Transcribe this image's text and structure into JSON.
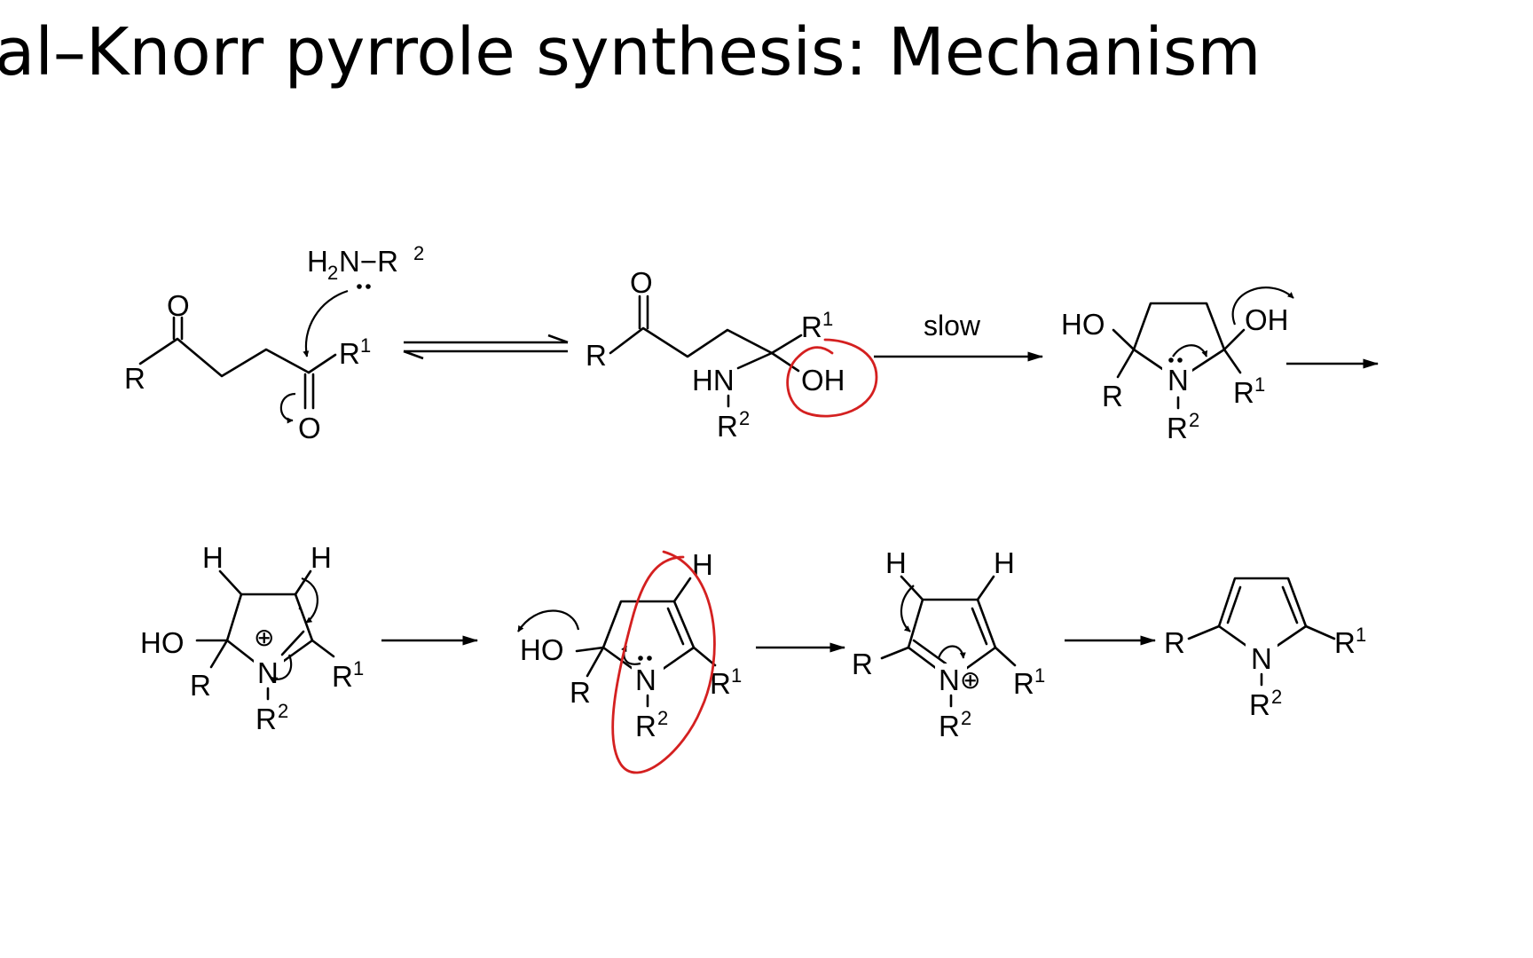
{
  "title": "al–Knorr pyrrole synthesis: Mechanism",
  "labels": {
    "R": "R",
    "R1": "R",
    "R2": "R",
    "sup1": "1",
    "sup2": "2",
    "O": "O",
    "OH": "OH",
    "HO": "HO",
    "H": "H",
    "N": "N",
    "HN": "HN",
    "amine": "H",
    "amine_sub": "2",
    "amine_rest": "N−R",
    "plus": "⊕"
  },
  "arrows": {
    "slow": "slow"
  },
  "colors": {
    "ink": "#000000",
    "annotation": "#d42020"
  },
  "icons": {
    "lone_pair": "two-dot-lone-pair",
    "positive_charge": "circled-plus"
  }
}
